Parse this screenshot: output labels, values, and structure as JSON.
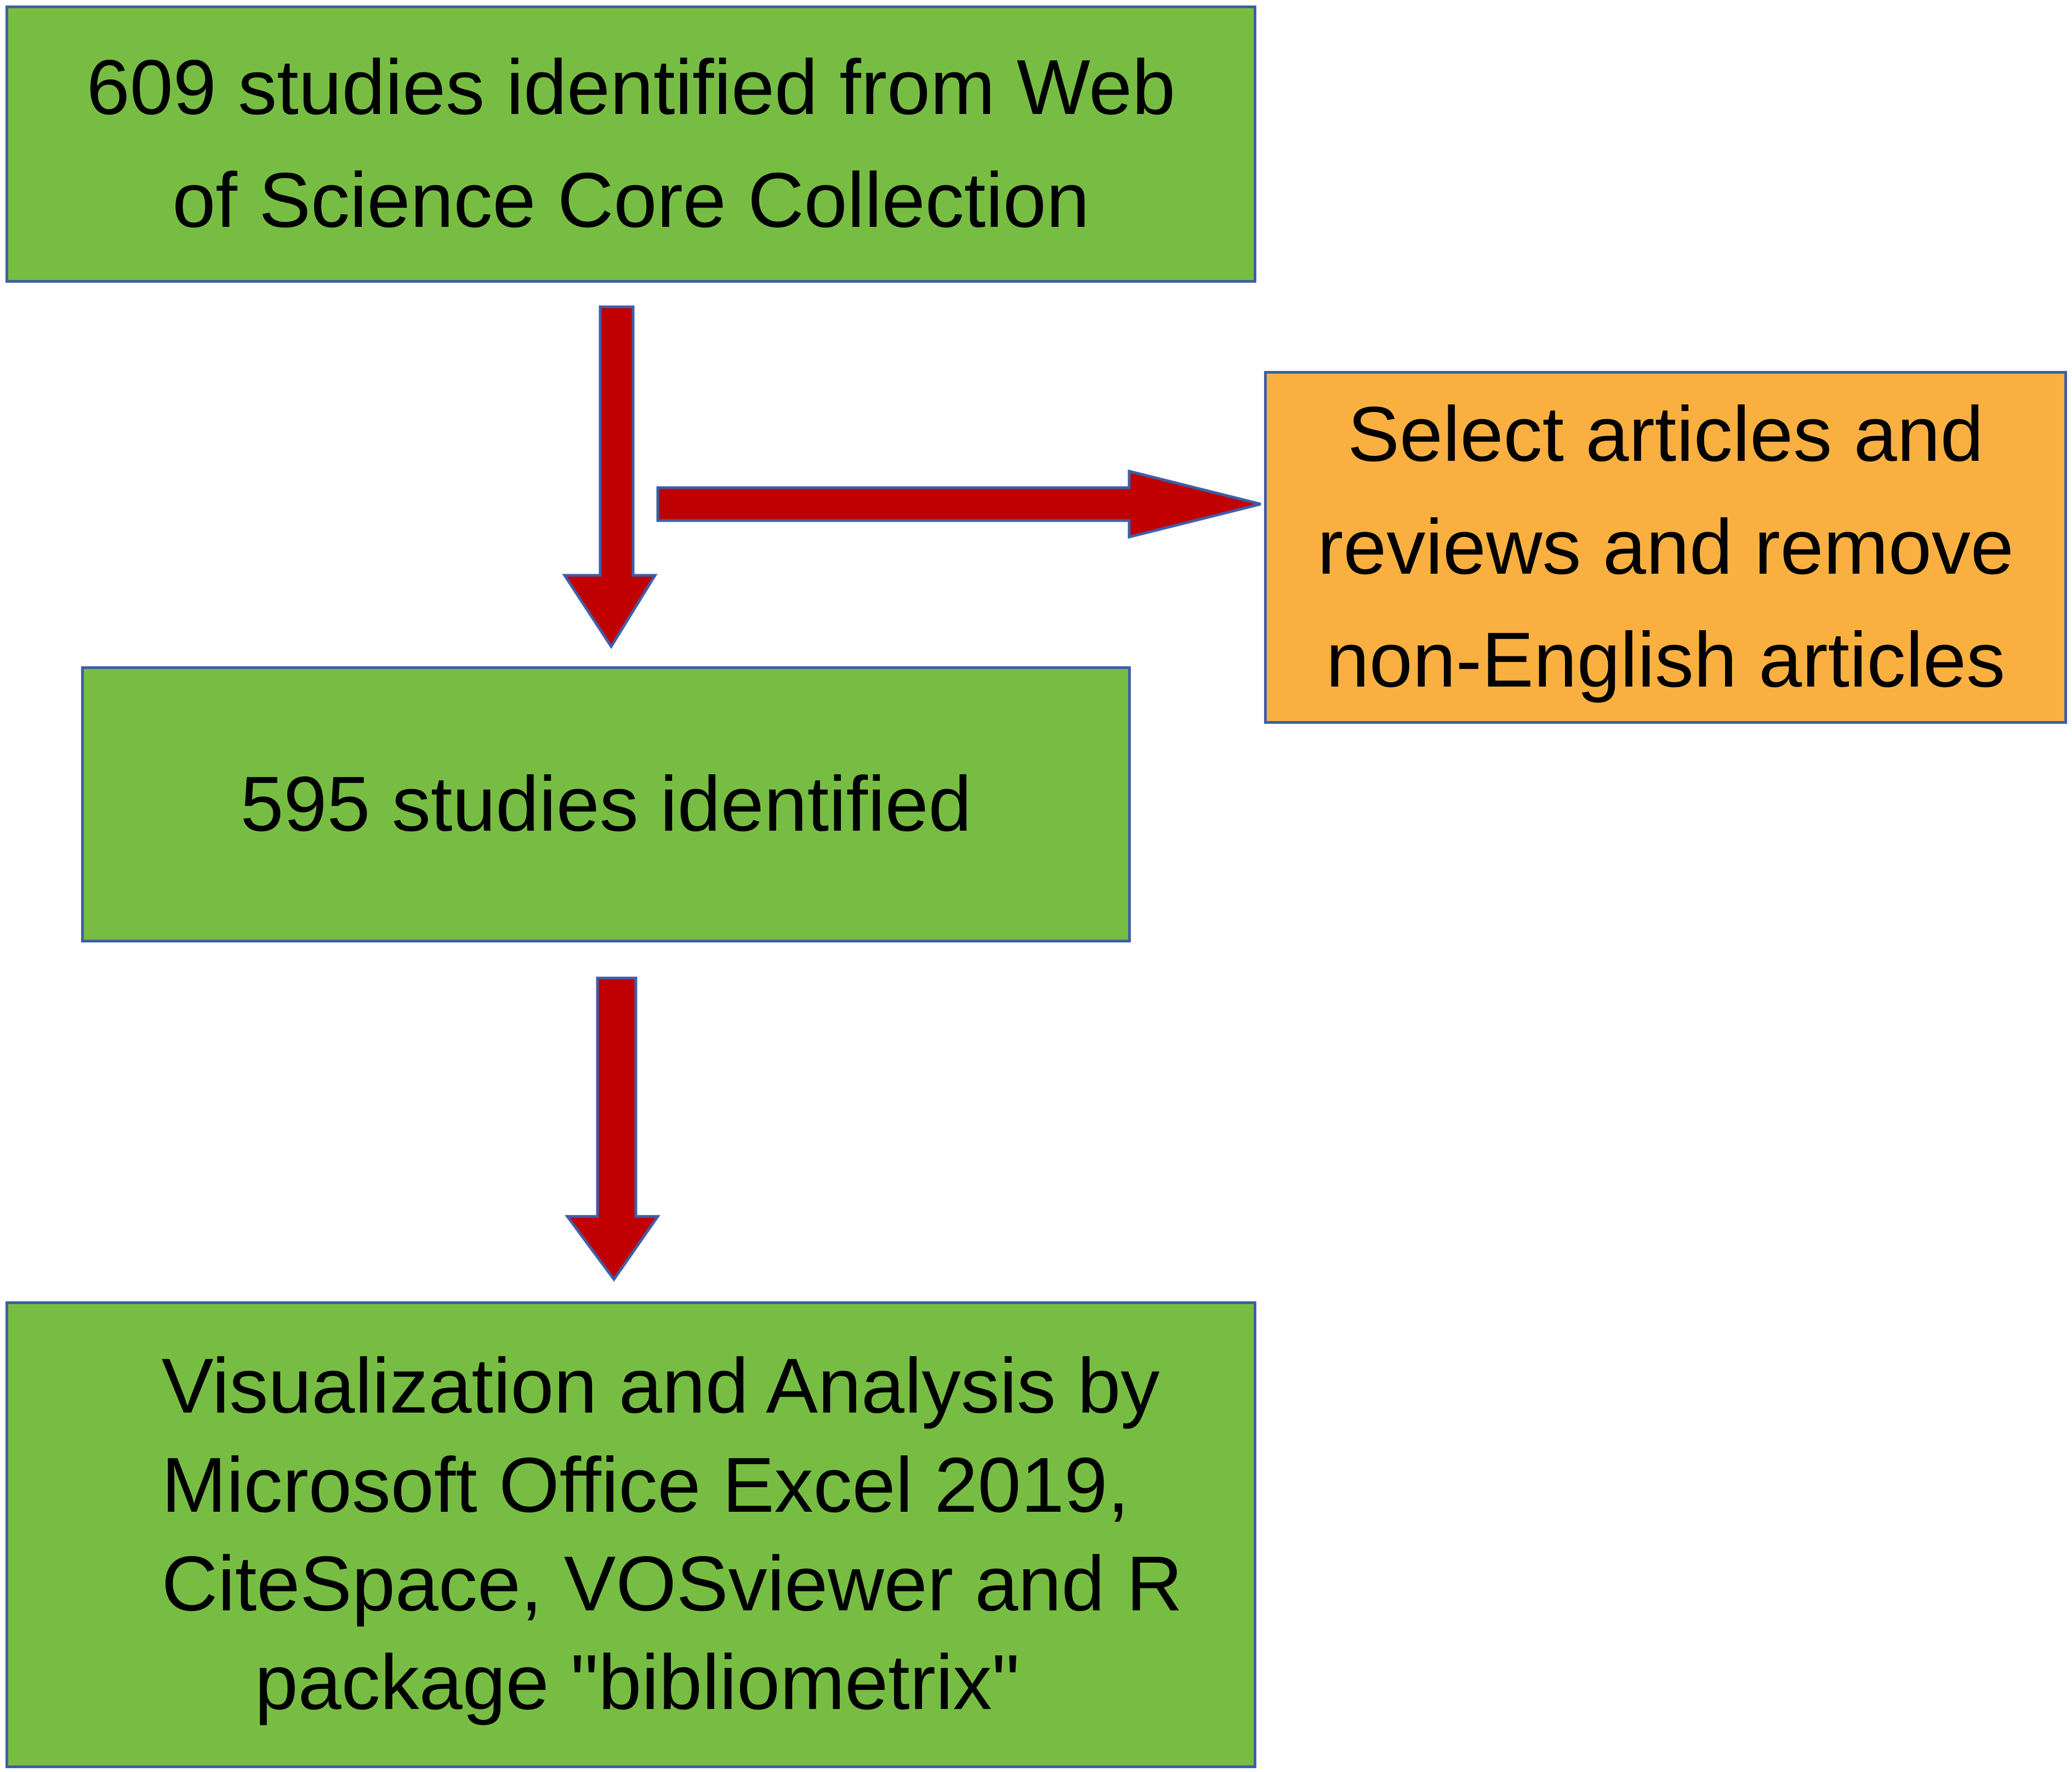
{
  "colors": {
    "primary_box": "#77bd43",
    "side_box": "#f9b041",
    "box_border": "#3f5ea8",
    "arrow_fill": "#c00000",
    "arrow_border": "#3f5ea8"
  },
  "flow": {
    "step1": [
      "609 studies identified from Web",
      "of Science Core Collection"
    ],
    "exclusion": [
      "Select articles and",
      "reviews and remove",
      "non-English articles"
    ],
    "step2": [
      "595 studies identified"
    ],
    "step3": [
      "Visualization and Analysis by",
      "Microsoft Office Excel 2019,",
      "CiteSpace, VOSviewer and R",
      "package \"bibliometrix\""
    ]
  }
}
